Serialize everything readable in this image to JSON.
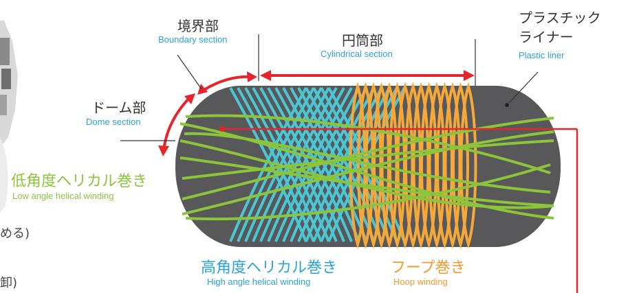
{
  "labels": {
    "boundary": {
      "jp": "境界部",
      "en": "Boundary section"
    },
    "cylindrical": {
      "jp": "円筒部",
      "en": "Cylindrical section"
    },
    "plastic_liner": {
      "jp_line1": "プラスチック",
      "jp_line2": "ライナー",
      "en": "Plastic liner"
    },
    "dome": {
      "jp": "ドーム部",
      "en": "Dome section"
    },
    "low_helical": {
      "jp": "低角度ヘリカル巻き",
      "en": "Low angle helical winding"
    },
    "high_helical": {
      "jp": "高角度ヘリカル巻き",
      "en": "High angle helical winding"
    },
    "hoop": {
      "jp": "フープ巻き",
      "en": "Hoop winding"
    }
  },
  "left_cropped_text": {
    "line1": "める)",
    "line2": "卸)"
  },
  "colors": {
    "liner": "#58585a",
    "high_helical": "#4bc6d2",
    "hoop": "#f6a93b",
    "low_helical": "#8cc43a",
    "arrow": "#e6242b",
    "label_en": "#2aa3d6"
  }
}
